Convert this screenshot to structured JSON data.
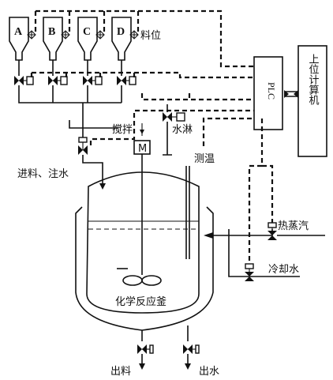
{
  "tanks": [
    {
      "label": "A"
    },
    {
      "label": "B"
    },
    {
      "label": "C"
    },
    {
      "label": "D"
    }
  ],
  "labels": {
    "level": "料位",
    "plc": "PLC",
    "host_computer": "上位计算机",
    "stirring": "搅拌",
    "motor": "M",
    "water_spray": "水淋",
    "feed_water": "进料、注水",
    "temp_measure": "测温",
    "hot_steam": "热蒸汽",
    "cooling_water": "冷却水",
    "reactor": "化学反应釜",
    "discharge": "出料",
    "water_out": "出水"
  }
}
